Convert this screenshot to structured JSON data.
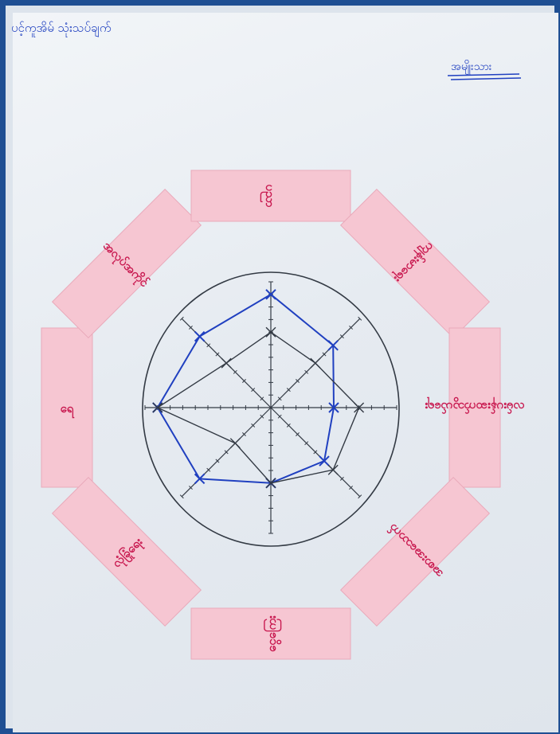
{
  "header": {
    "title": "ပင့်ကူအိမ် သုံးသပ်ချက်",
    "subtitle": "အမျိုးသား"
  },
  "colors": {
    "border": "#1f4f93",
    "ink_blue": "#2040c0",
    "ink_black": "#333a44",
    "note_pink": "#f6c6d2",
    "note_text": "#c8184f"
  },
  "chart_data": {
    "type": "radar",
    "title": "ပင့်ကူအိမ် သုံးသပ်ချက်",
    "subtitle": "အမျိုးသား",
    "scale_max": 10,
    "grid": true,
    "categories": [
      "ရေ",
      "အလုပ်အကိုင်",
      "ပညာ",
      "ကျန်းမာရေး",
      "လမ်းပန်းဆက်သွယ်ရေး",
      "အစားအသောက်",
      "ငွေကြေး",
      "လုံခြုံရေး"
    ],
    "series": [
      {
        "values": [
          9,
          8,
          9,
          7,
          5,
          6,
          6,
          8
        ]
      },
      {
        "values": [
          9,
          5,
          6,
          5,
          7,
          7,
          6,
          4
        ]
      }
    ]
  }
}
